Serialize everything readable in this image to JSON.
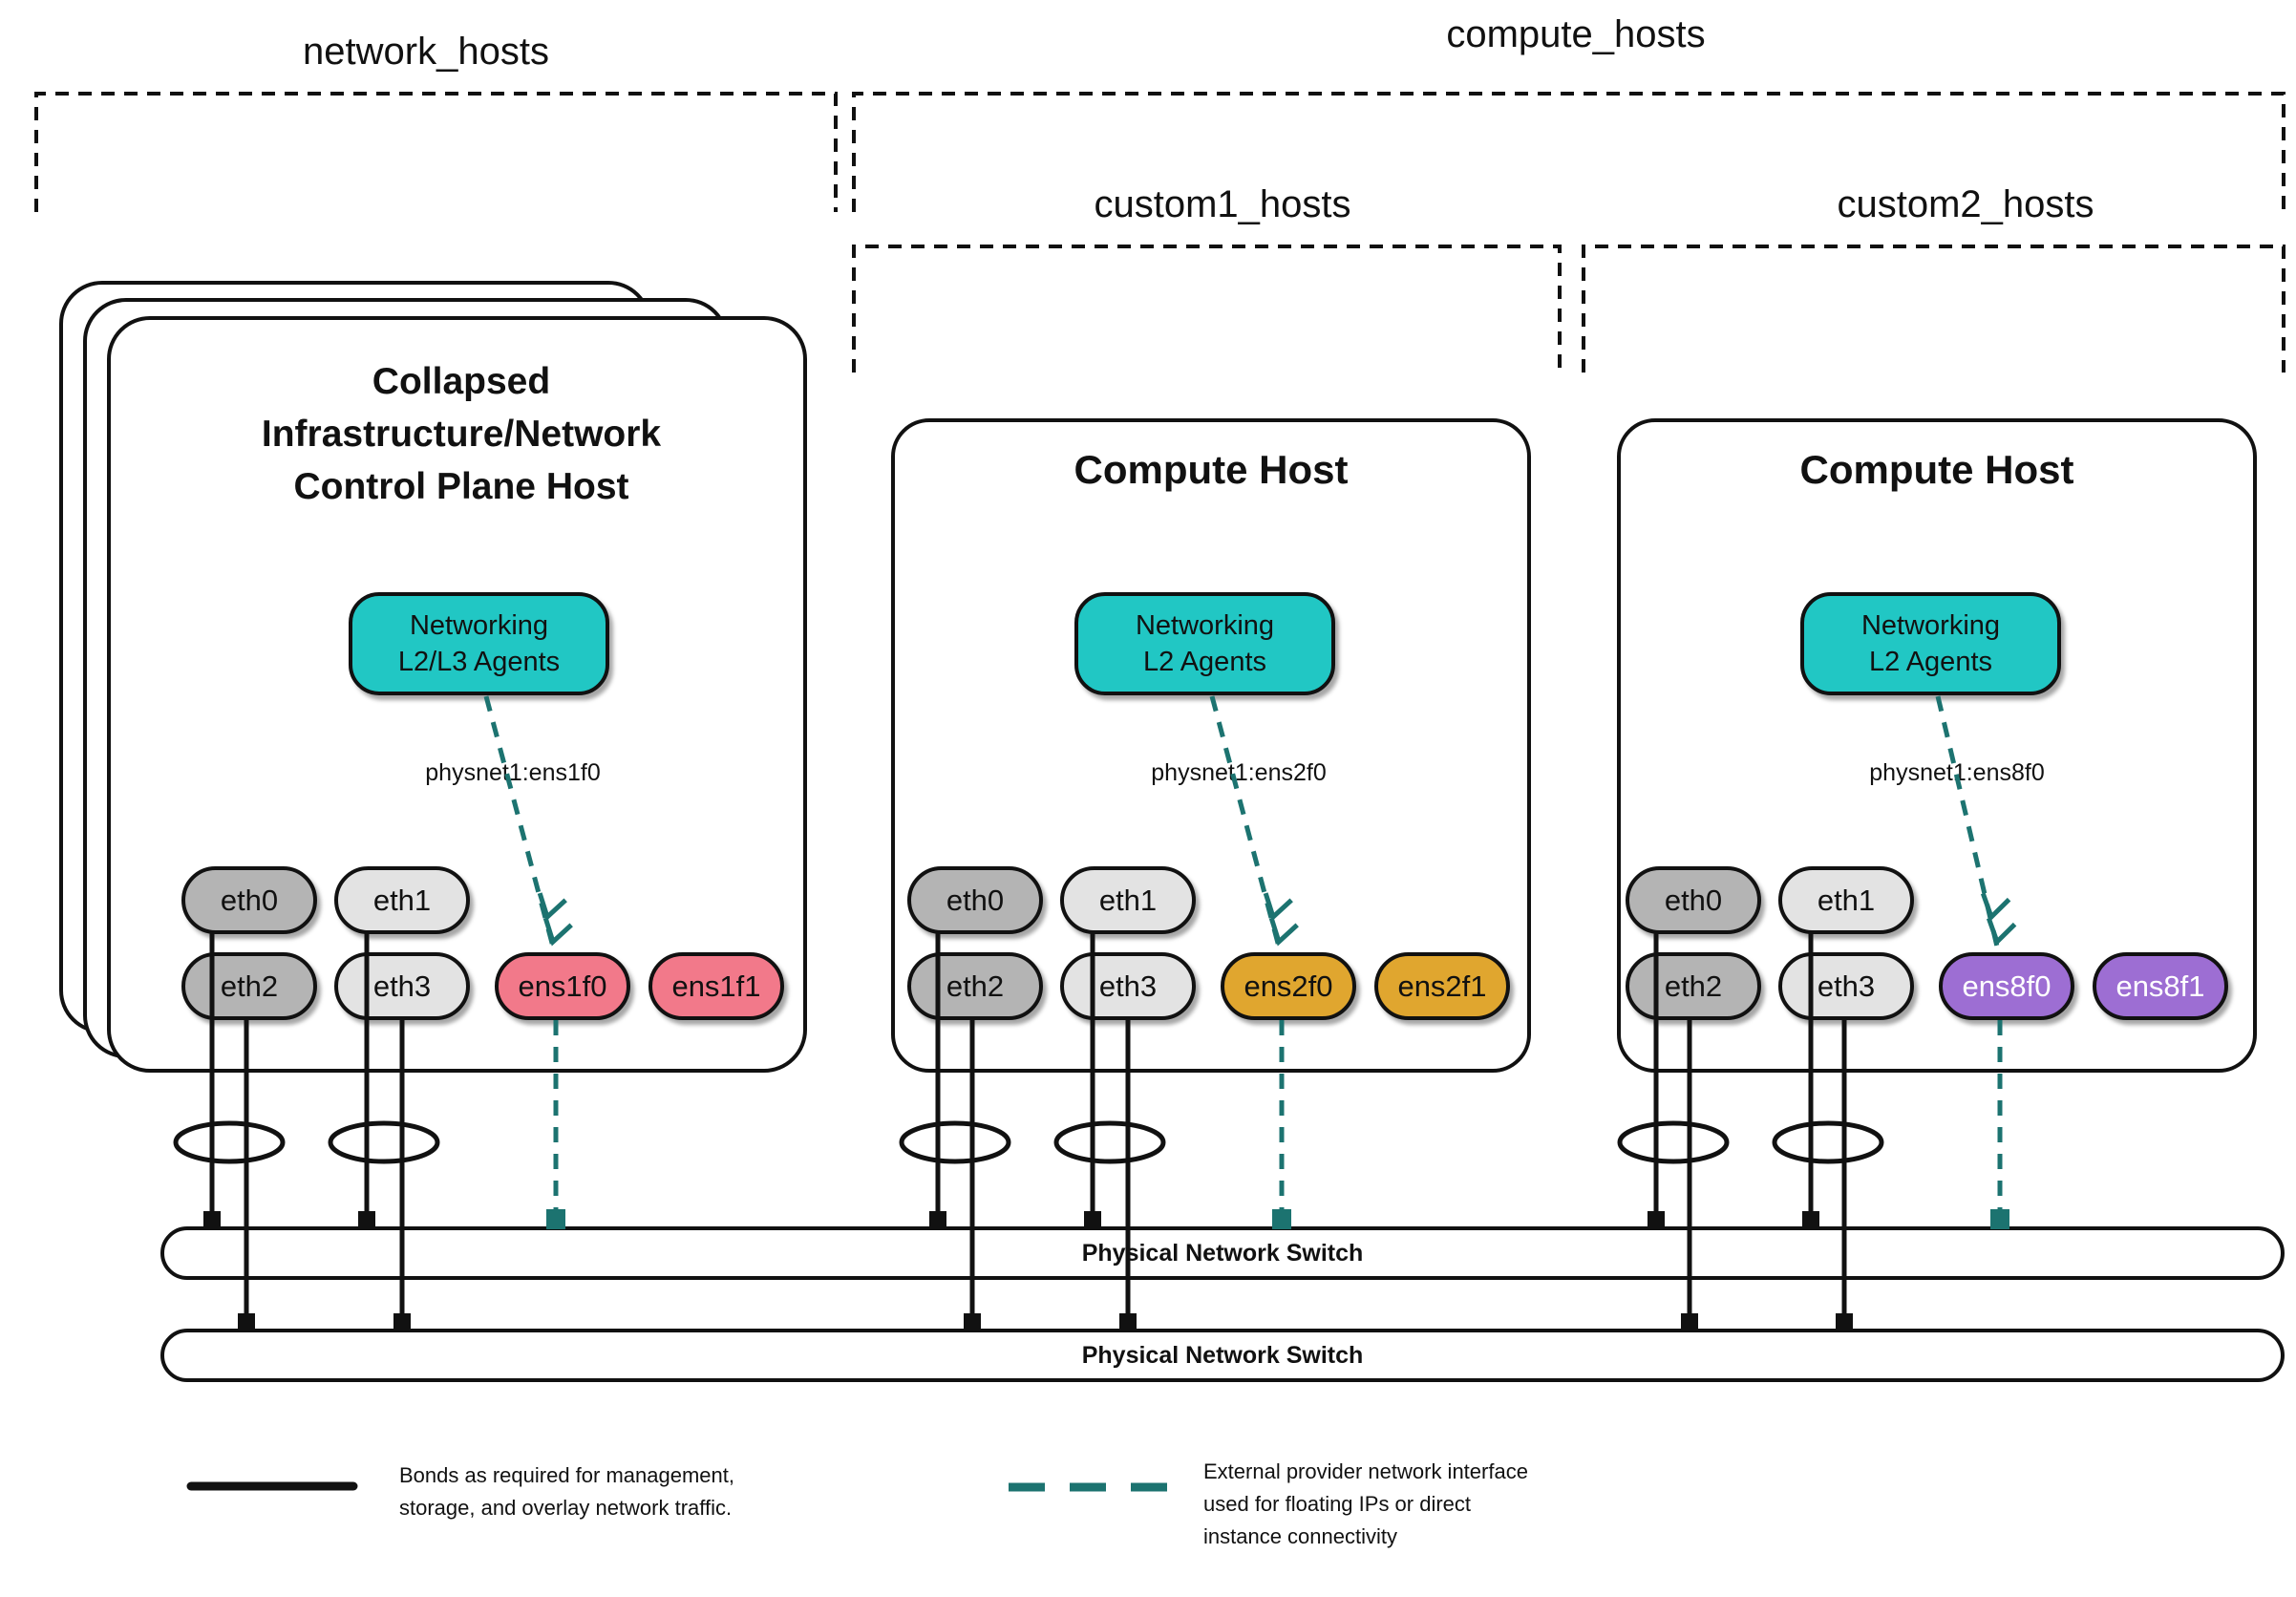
{
  "diagram": {
    "groups": {
      "network_hosts": "network_hosts",
      "compute_hosts": "compute_hosts",
      "custom1_hosts": "custom1_hosts",
      "custom2_hosts": "custom2_hosts"
    },
    "hosts": [
      {
        "title_lines": [
          "Collapsed",
          "Infrastructure/Network",
          "Control Plane Host"
        ],
        "agent_lines": [
          "Networking",
          "L2/L3 Agents"
        ],
        "physnet_label": "physnet1:ens1f0",
        "nics": [
          "eth0",
          "eth1",
          "eth2",
          "eth3",
          "ens1f0",
          "ens1f1"
        ],
        "provider_nic_color": "#F2798A"
      },
      {
        "title_lines": [
          "Compute Host"
        ],
        "agent_lines": [
          "Networking",
          "L2 Agents"
        ],
        "physnet_label": "physnet1:ens2f0",
        "nics": [
          "eth0",
          "eth1",
          "eth2",
          "eth3",
          "ens2f0",
          "ens2f1"
        ],
        "provider_nic_color": "#E0A62F"
      },
      {
        "title_lines": [
          "Compute Host"
        ],
        "agent_lines": [
          "Networking",
          "L2 Agents"
        ],
        "physnet_label": "physnet1:ens8f0",
        "nics": [
          "eth0",
          "eth1",
          "eth2",
          "eth3",
          "ens8f0",
          "ens8f1"
        ],
        "provider_nic_color": "#9D6ED3"
      }
    ],
    "switches": [
      "Physical Network Switch",
      "Physical Network Switch"
    ],
    "legend": [
      {
        "symbol": "solid-black-line",
        "lines": [
          "Bonds as required for management,",
          "storage, and overlay network traffic."
        ]
      },
      {
        "symbol": "teal-dashed-line",
        "lines": [
          "External provider network interface",
          "used for floating IPs or direct",
          "instance connectivity"
        ]
      }
    ],
    "colors": {
      "agent_teal": "#21C7C4",
      "provider_teal": "#1C7370",
      "nic_gray_dark": "#B4B4B4",
      "nic_gray_light": "#E3E3E3",
      "nic_pink": "#F2798A",
      "nic_gold": "#E0A62F",
      "nic_purple": "#9D6ED3",
      "line_black": "#111111"
    }
  }
}
